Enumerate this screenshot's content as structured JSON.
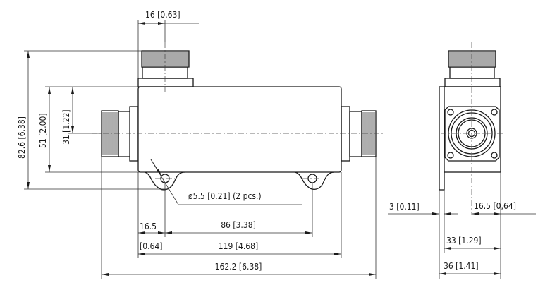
{
  "front_view": {
    "dim_top_connector": "16 [0.63]",
    "dim_total_height": "82.6  [6.38]",
    "dim_body_height": "51  [2.00]",
    "dim_connector_axis": "31  [1.22]",
    "dim_hole": "ø5.5 [0.21] (2 pcs.)",
    "dim_hole_offset_a": "16.5",
    "dim_hole_offset_b": "[0.64]",
    "dim_hole_spacing": "86 [3.38]",
    "dim_body_length": "119 [4.68]",
    "dim_total_length": "162.2 [6.38]"
  },
  "side_view": {
    "dim_plate": "3 [0.11]",
    "dim_half_width": "16.5 [0,64]",
    "dim_body_width": "33 [1.29]",
    "dim_total_width": "36 [1.41]"
  }
}
